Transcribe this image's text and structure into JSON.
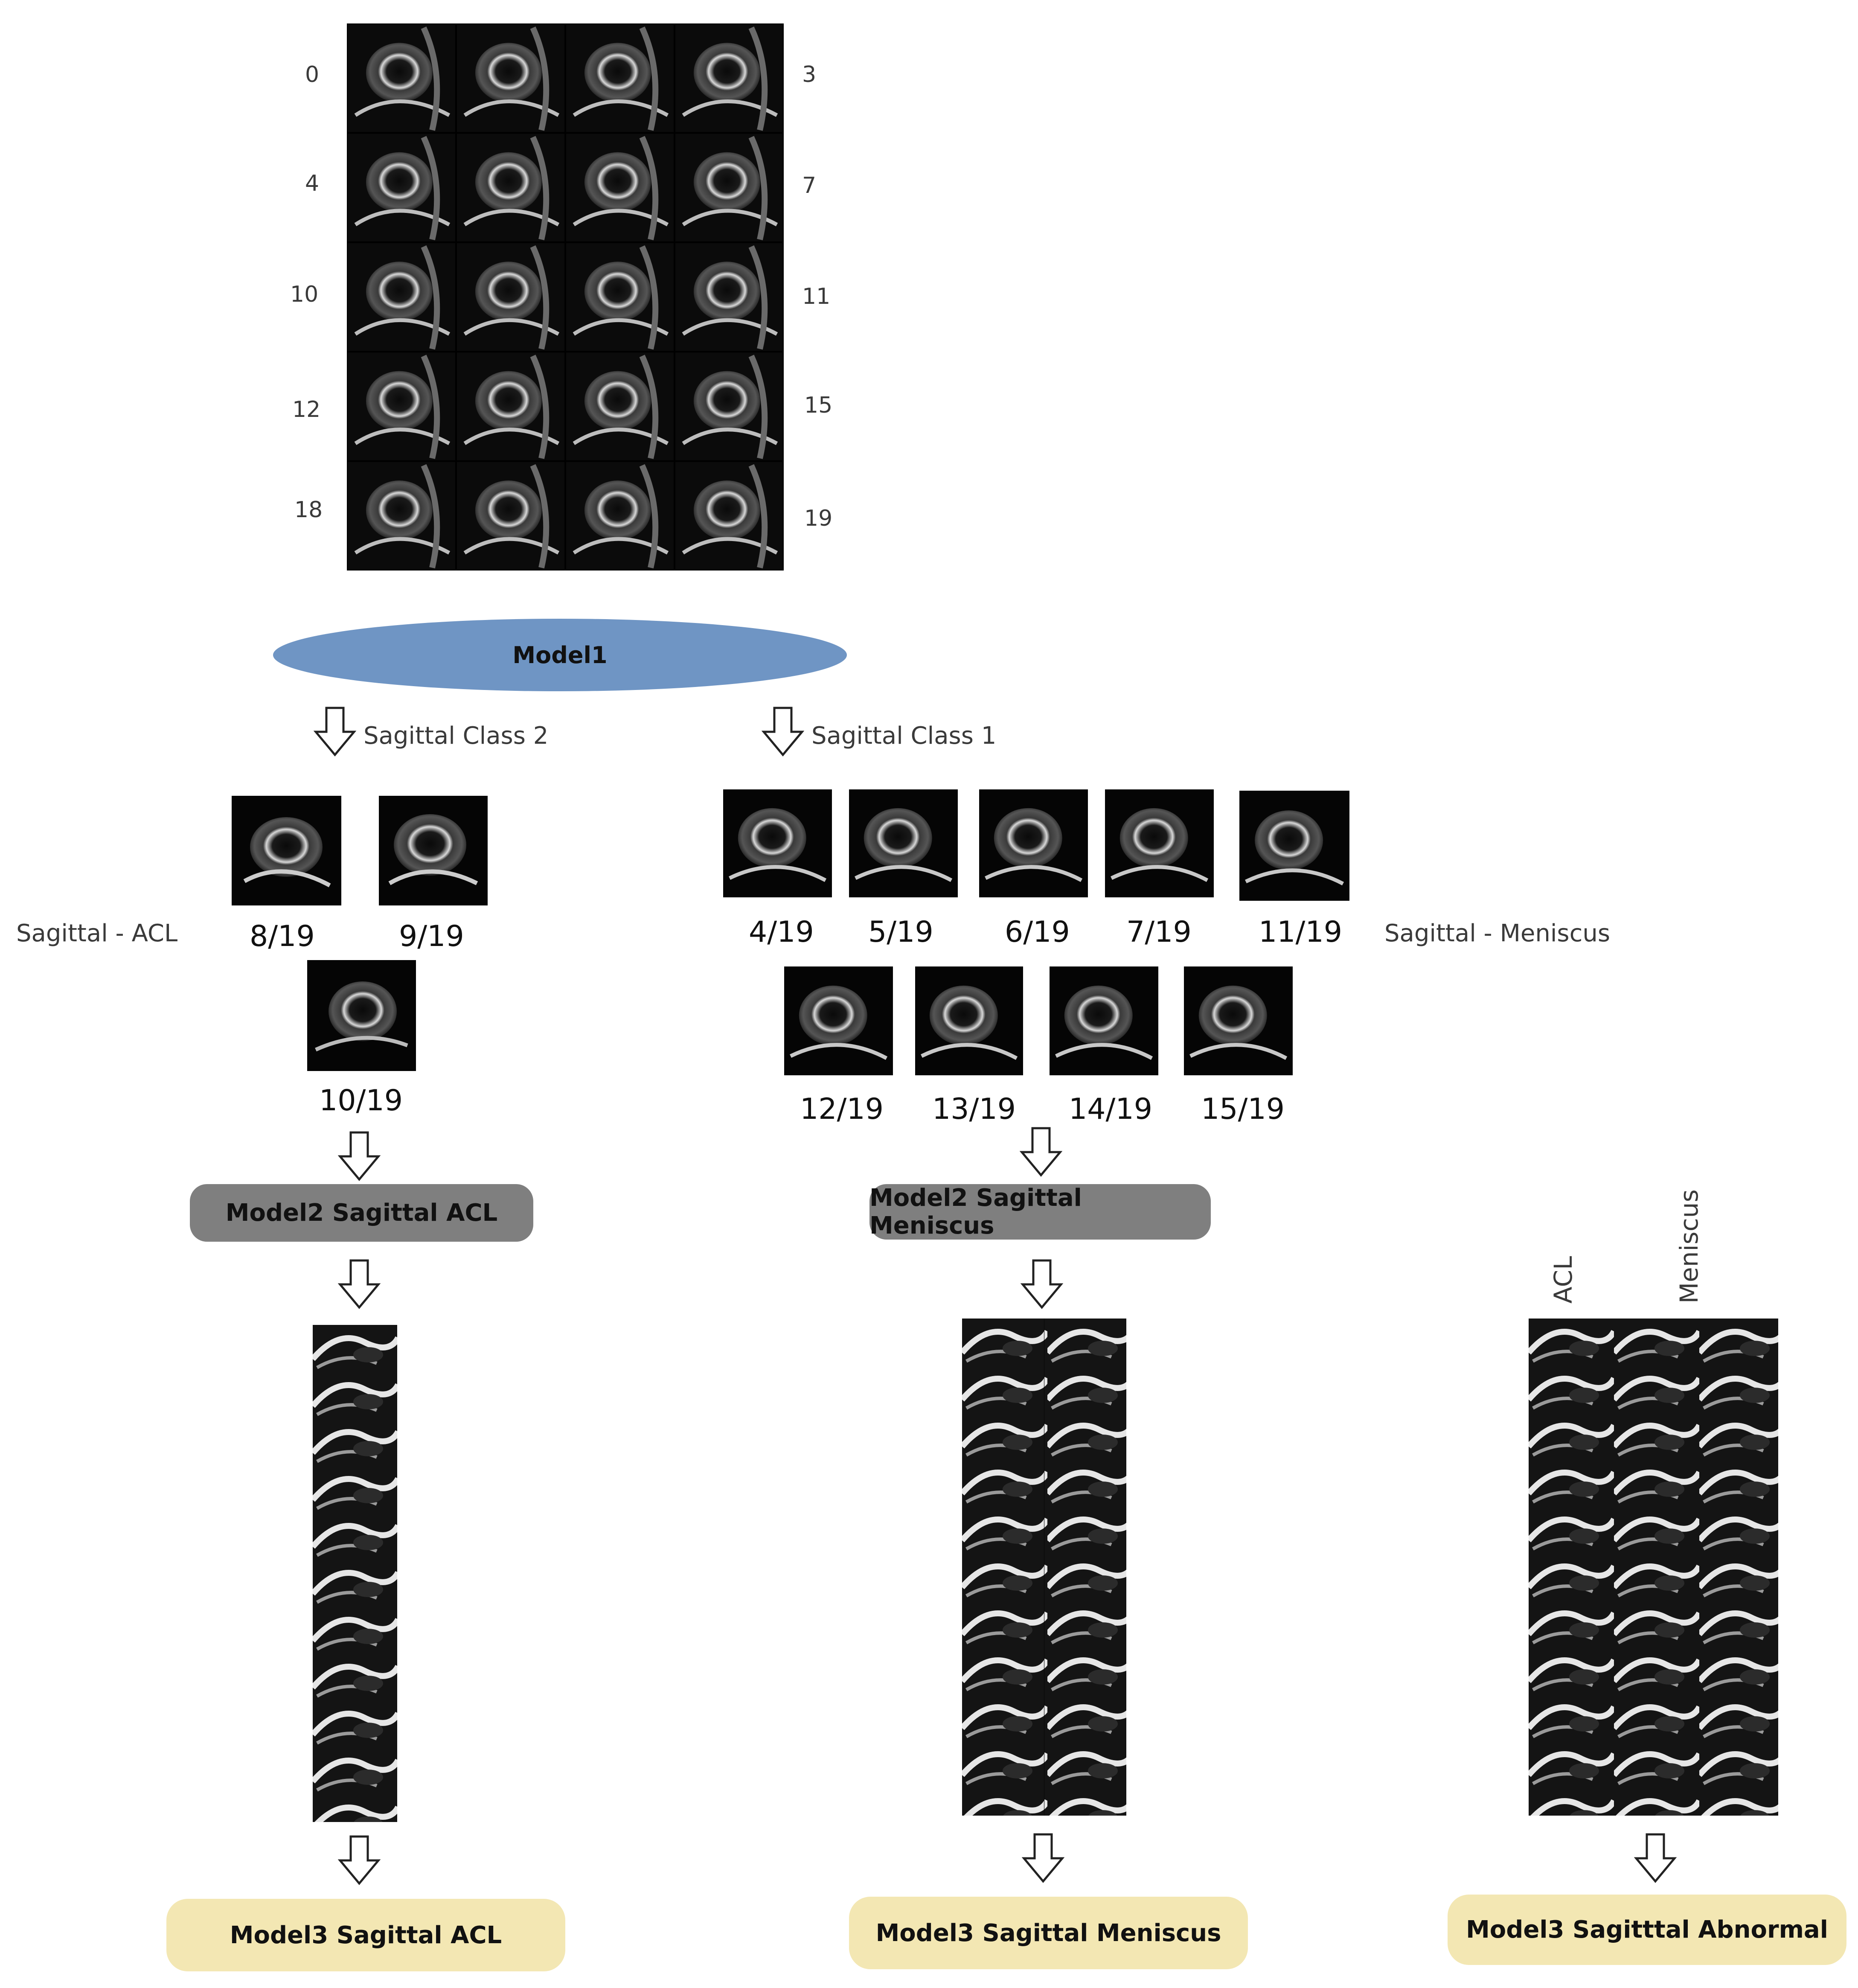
{
  "grid": {
    "left_labels": [
      "0",
      "4",
      "10",
      "12",
      "18"
    ],
    "right_labels": [
      "3",
      "7",
      "11",
      "15",
      "19"
    ]
  },
  "model1": "Model1",
  "branches": {
    "left_arrow_label": "Sagittal Class 2",
    "right_arrow_label": "Sagittal Class 1"
  },
  "acl": {
    "side_label": "Sagittal - ACL",
    "slices": [
      "8/19",
      "9/19",
      "10/19"
    ],
    "model2": "Model2 Sagittal ACL",
    "model3": "Model3 Sagittal ACL"
  },
  "meniscus": {
    "side_label": "Sagittal - Meniscus",
    "slices_row1": [
      "4/19",
      "5/19",
      "6/19",
      "7/19",
      "11/19"
    ],
    "slices_row2": [
      "12/19",
      "13/19",
      "14/19",
      "15/19"
    ],
    "model2": "Model2 Sagittal Meniscus",
    "model3": "Model3 Sagittal Meniscus"
  },
  "abnormal": {
    "stack_labels": [
      "ACL",
      "Meniscus"
    ],
    "model3": "Model3 Sagitttal Abnormal"
  },
  "colors": {
    "model1": "#6f95c4",
    "model2": "#7f7f7f",
    "model3": "#f3e7b3"
  },
  "icons": [
    "down-arrow-icon"
  ]
}
